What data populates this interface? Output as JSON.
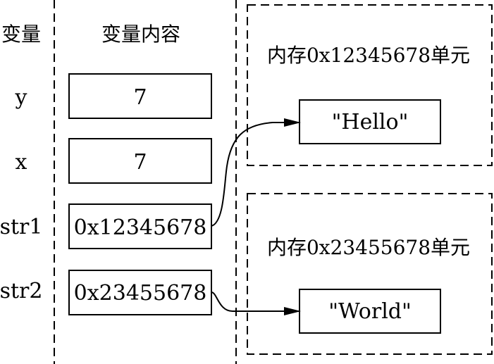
{
  "headers": {
    "variable": "变量",
    "content": "变量内容"
  },
  "variables": [
    {
      "name": "y",
      "value": "7"
    },
    {
      "name": "x",
      "value": "7"
    },
    {
      "name": "str1",
      "value": "0x12345678"
    },
    {
      "name": "str2",
      "value": "0x23455678"
    }
  ],
  "memory_units": [
    {
      "label": "内存0x12345678单元",
      "content": "\"Hello\""
    },
    {
      "label": "内存0x23455678单元",
      "content": "\"World\""
    }
  ]
}
